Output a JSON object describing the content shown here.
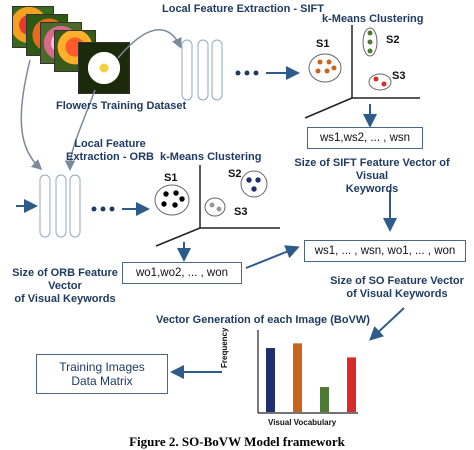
{
  "diagram": {
    "label_sift_extraction": "Local Feature Extraction - SIFT",
    "label_kmeans_top": "k-Means Clustering",
    "label_dataset": "Flowers Training Dataset",
    "label_orb_extraction_line1": "Local Feature",
    "label_orb_extraction_line2": "Extraction - ORB",
    "label_kmeans_bottom": "k-Means Clustering",
    "sift_vector_box": "ws1,ws2, ... , wsn",
    "label_sift_size_line1": "Size of SIFT Feature Vector of Visual",
    "label_sift_size_line2": "Keywords",
    "so_vector_box": "ws1, ... , wsn, wo1, ... , won",
    "orb_vector_box": "wo1,wo2, ... , won",
    "label_orb_size_line1": "Size of ORB Feature Vector",
    "label_orb_size_line2": "of Visual Keywords",
    "label_so_size_line1": "Size of SO Feature Vector",
    "label_so_size_line2": "of Visual Keywords",
    "label_vector_generation": "Vector Generation of each Image (BoVW)",
    "histogram_ylabel": "Frequency",
    "histogram_xlabel": "Visual Vocabulary",
    "training_box_line1": "Training Images",
    "training_box_line2": "Data Matrix",
    "caption": "Figure 2. SO-BoVW Model framework",
    "dots": "•••",
    "cluster_labels_top": {
      "s1": "S1",
      "s2": "S2",
      "s3": "S3"
    },
    "cluster_labels_bottom": {
      "s1": "S1",
      "s2": "S2",
      "s3": "S3"
    }
  },
  "histogram": {
    "bars": [
      {
        "value": 0.82,
        "color": "#1f2f6e"
      },
      {
        "value": 0.88,
        "color": "#c8641c"
      },
      {
        "value": 0.32,
        "color": "#4f7a34"
      },
      {
        "value": 0.7,
        "color": "#d92b2b"
      }
    ]
  },
  "colors": {
    "arrow": "#2d5b8a",
    "text": "#1f3b63",
    "cluster_top_s1": "#c8641c",
    "cluster_top_s2": "#4f7a34",
    "cluster_top_s3": "#d92b2b",
    "cluster_bottom_s1": "#000000",
    "cluster_bottom_s2": "#1f2f6e",
    "cluster_bottom_s3": "#999999"
  }
}
